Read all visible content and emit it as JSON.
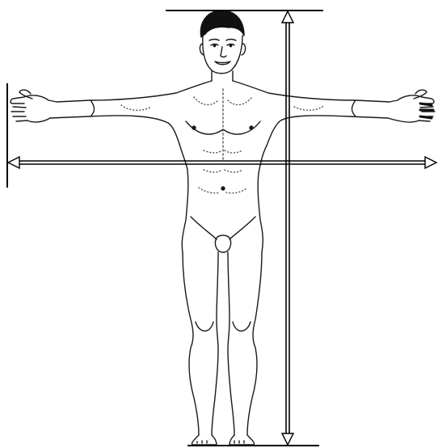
{
  "figure": {
    "subject": "human-figure-front-view",
    "measurements": [
      {
        "name": "height",
        "orientation": "vertical",
        "icon": "double-arrow-icon"
      },
      {
        "name": "arm-span",
        "orientation": "horizontal",
        "icon": "double-arrow-icon"
      }
    ]
  },
  "colors": {
    "background": "#ffffff",
    "ink": "#000000",
    "body_line": "#1a1a1a",
    "muscle_dots": "#555555"
  }
}
